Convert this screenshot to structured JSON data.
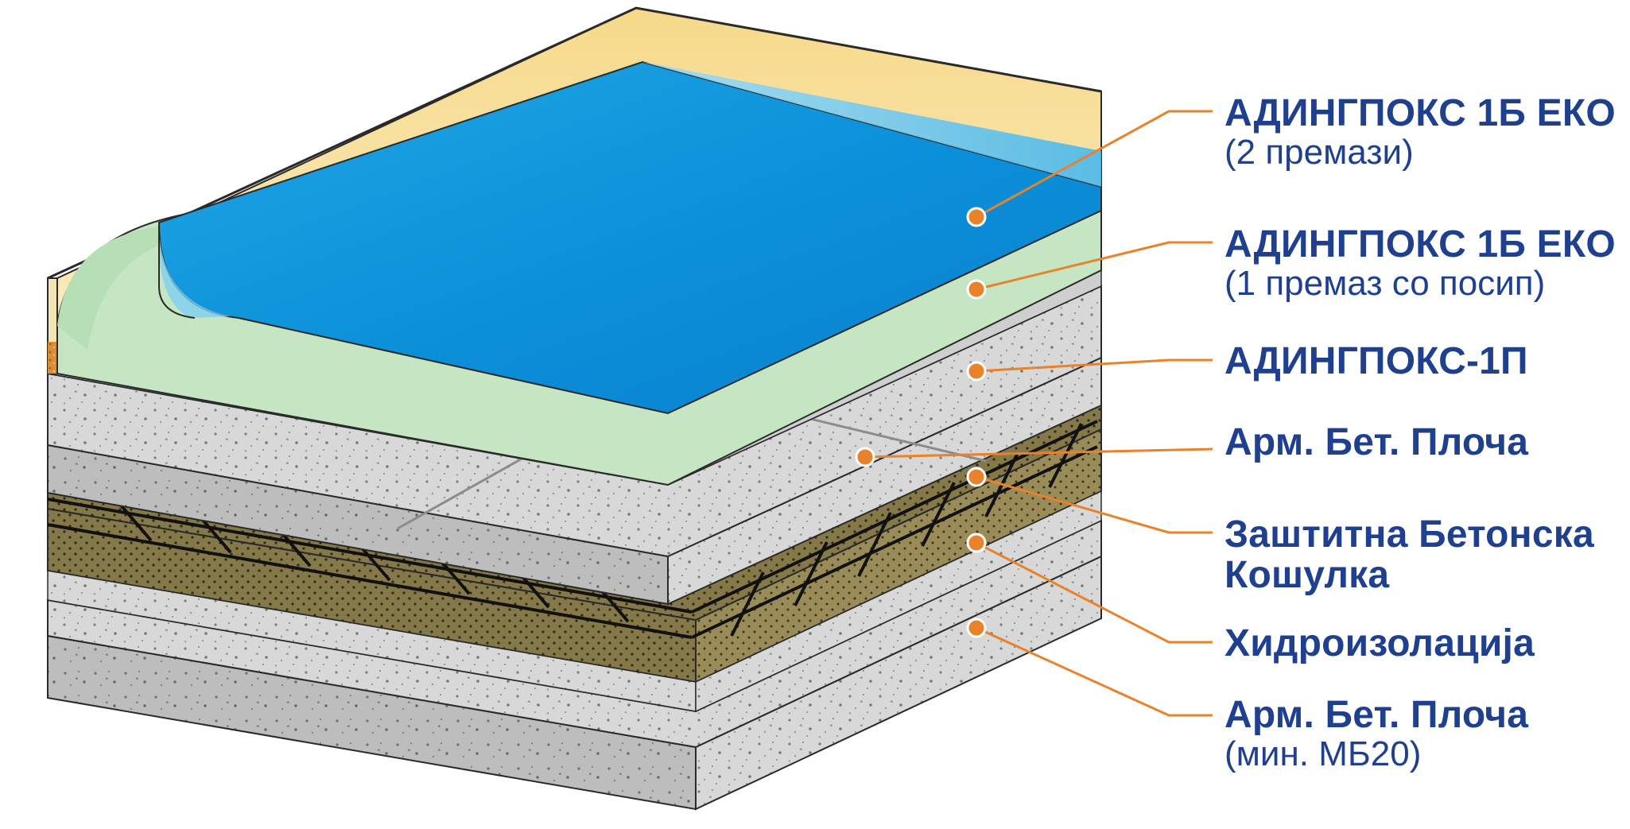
{
  "layers": [
    {
      "title": "АДИНГПОКС 1Б ЕКО",
      "subtitle": "(2 премази)"
    },
    {
      "title": "АДИНГПОКС 1Б ЕКО",
      "subtitle": "(1 премаз со посип)"
    },
    {
      "title": "АДИНГПОКС-1П",
      "subtitle": ""
    },
    {
      "title": "Арм. Бет. Плоча",
      "subtitle": ""
    },
    {
      "title": "Заштитна Бетонска",
      "subtitle": "Кошулка"
    },
    {
      "title": "Хидроизолација",
      "subtitle": ""
    },
    {
      "title": "Арм. Бет. Плоча",
      "subtitle": "(мин. МБ20)"
    }
  ],
  "colors": {
    "label_text": "#1f3f8f",
    "leader_line": "#e8822b",
    "marker": "#e8822b",
    "water": "#0aa3e3",
    "sand_layer": "#c9e7c8",
    "wall_top": "#fbe9b5",
    "concrete": "#d9d9d9",
    "concrete_dark": "#b8b8b8",
    "hydro_insulation": "#7b6f43"
  }
}
